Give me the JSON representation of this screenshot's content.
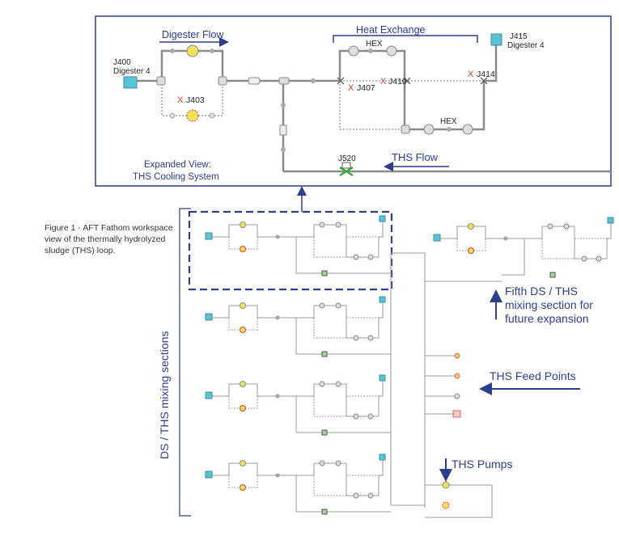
{
  "expanded": {
    "digester_flow": "Digester Flow",
    "heat_exchange": "Heat Exchange",
    "j400": "J400",
    "digester4_left": "Digester 4",
    "j415": "J415",
    "digester4_right": "Digester 4",
    "j403": "J403",
    "j407": "J407",
    "j410": "J410",
    "j414": "J414",
    "hex_top": "HEX",
    "hex_bottom": "HEX",
    "j520": "J520",
    "ths_flow": "THS Flow",
    "expanded_view_1": "Expanded View:",
    "expanded_view_2": "THS Cooling System",
    "x_mark": "X"
  },
  "caption": "Figure 1 - AFT Fathom workspace view of the thermally hydrolyzed sludge (THS) loop.",
  "side_label": "DS / THS mixing  sections",
  "annotations": {
    "fifth_line1": "Fifth DS / THS",
    "fifth_line2": "mixing section for",
    "fifth_line3": "future expansion",
    "feed_points": "THS Feed Points",
    "pumps": "THS Pumps"
  },
  "colors": {
    "accent": "#2c3e8c",
    "pipe": "#8a8a8a",
    "pump": "#f2e25a",
    "tank": "#5bc3d6",
    "fail": "#e03a2e"
  }
}
